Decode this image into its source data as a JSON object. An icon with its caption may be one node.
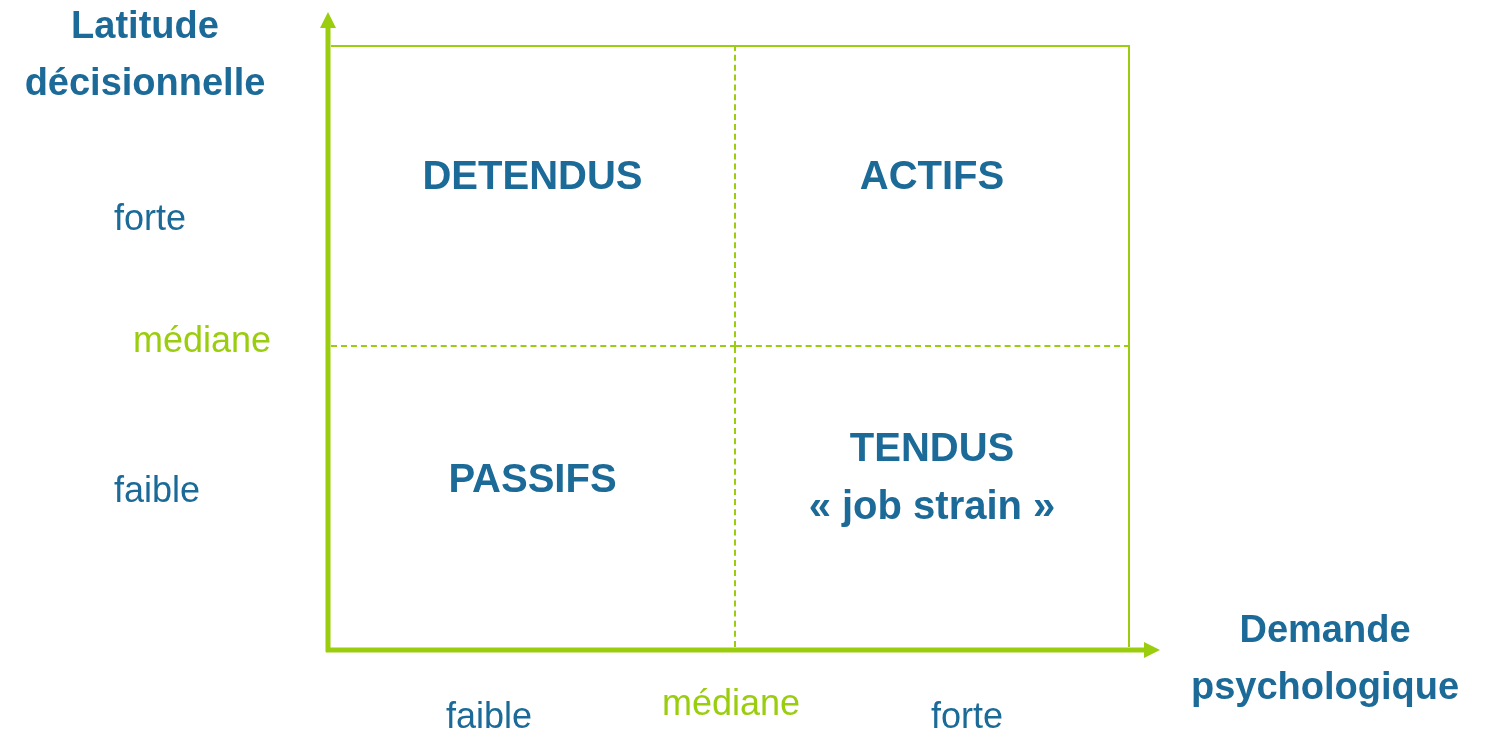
{
  "diagram": {
    "nodes": [
      {
        "text": [
          "DETENDUS"
        ]
      },
      {
        "text": [
          "ACTIFS"
        ]
      },
      {
        "text": [
          "PASSIFS"
        ]
      },
      {
        "text": [
          "TENDUS",
          "« job strain »"
        ]
      }
    ],
    "labels": [
      "Latitude décisionnelle",
      "forte",
      "médiane",
      "faible",
      "Demande psychologique",
      "faible",
      "médiane",
      "forte"
    ]
  }
}
